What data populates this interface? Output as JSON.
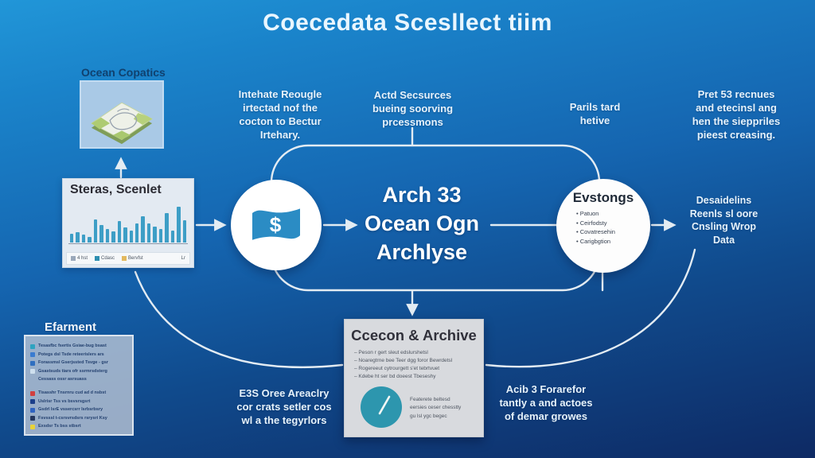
{
  "title": "Coecedata Scesllect tiim",
  "map": {
    "label": "Ocean Copatics"
  },
  "notes": {
    "intehate": {
      "lines": [
        "Intehate Reougle",
        "irtectad nof the",
        "cocton to Bectur",
        "Irtehary."
      ]
    },
    "actd": {
      "lines": [
        "Actd Secsurces",
        "bueing soorving",
        "prcessmons"
      ]
    },
    "parils": {
      "lines": [
        "Parils tard",
        "hetive"
      ]
    },
    "pret": {
      "lines": [
        "Pret 53 recnues",
        "and etecinsl ang",
        "hen the sieppriles",
        "pieest creasing."
      ]
    },
    "desaidelins": {
      "lines": [
        "Desaidelins",
        "Reenls sl oore",
        "Cnsling Wrop",
        "Data"
      ]
    },
    "e3s": {
      "lines": [
        "E3S Oree Areaclry",
        "cor crats setler cos",
        "wl a the tegyrlors"
      ]
    },
    "acib": {
      "lines": [
        "Acib 3 Forarefor",
        "tantly a and actoes",
        "of demar growes"
      ]
    }
  },
  "center": {
    "lines": [
      "Arch 33",
      "Ocean Ogn",
      "Archlyse"
    ]
  },
  "evstongs": {
    "title": "Evstongs",
    "bullets": [
      "Patuon",
      "Ceirfodsty",
      "Covatresehin",
      "Carigbgtion"
    ]
  },
  "archive": {
    "title": "Ccecon & Archive",
    "bullets": [
      "Peson r gert sleut edslurshetsl",
      "Noaregtrne bee Teer dgg foror Bewrdetsl",
      "Rogereeut cytrourgett s'et tebrtvuet",
      "Kdebe ht ser bd doeest Tbeseshy"
    ],
    "caption_lines": [
      "Featerete beltesd",
      "eersies ceser chesstty",
      "gu lsl ygc begec"
    ]
  },
  "efarment": {
    "title": "Efarment",
    "items": [
      {
        "color": "#2fa3c0",
        "text": "Tesasfbc fsertis Gsiae-bug bsast"
      },
      {
        "color": "#3a7bd0",
        "text": "Potegs dsl Tsde reteerislers ars"
      },
      {
        "color": "#2f6fc0",
        "text": "Forassmsl Gserjssted Tsvge - gsr"
      },
      {
        "color": "#cfe0ee",
        "text": "Gsastsuds tiars ofr ssrmrsdsterg"
      },
      {
        "color": null,
        "text": "Cessass ossr asrsuass"
      },
      {
        "color": "#d04040",
        "text": "Tisasshr Tnsrnru cud ad d nsbst",
        "gap": true
      },
      {
        "color": "#1c3f8a",
        "text": "Uslrisr Tss vs bsvsrsgsrt"
      },
      {
        "color": "#2f63c0",
        "text": "Gsdrl lsrE vssercsrr Isrbsrbsry"
      },
      {
        "color": "#24365c",
        "text": "Fsvsssl t-csrsvrsdsrs rsrysri Ksy"
      },
      {
        "color": "#e8d23a",
        "text": "Exsdsr Ts bss stbsrt"
      }
    ]
  },
  "chart_data": {
    "type": "bar",
    "title": "Steras, Scenlet",
    "values": [
      22,
      26,
      20,
      15,
      60,
      45,
      35,
      28,
      55,
      38,
      30,
      50,
      68,
      48,
      40,
      34,
      75,
      30,
      92,
      58
    ],
    "ylim": [
      0,
      100
    ],
    "bar_color": "#3d9ec6",
    "legend": [
      {
        "label": "4 hst",
        "color": "#9aa8ba"
      },
      {
        "label": "Cdasc",
        "color": "#2e8fb0"
      },
      {
        "label": "Bervfst",
        "color": "#e3b95e"
      },
      {
        "label": "Lr",
        "color": null
      }
    ]
  },
  "colors": {
    "background_top": "#2196d8",
    "background_bottom": "#0e2a64",
    "connector": "#e3ecf3",
    "flag_blue": "#2b8cc4",
    "gauge_teal": "#2d96ae"
  }
}
